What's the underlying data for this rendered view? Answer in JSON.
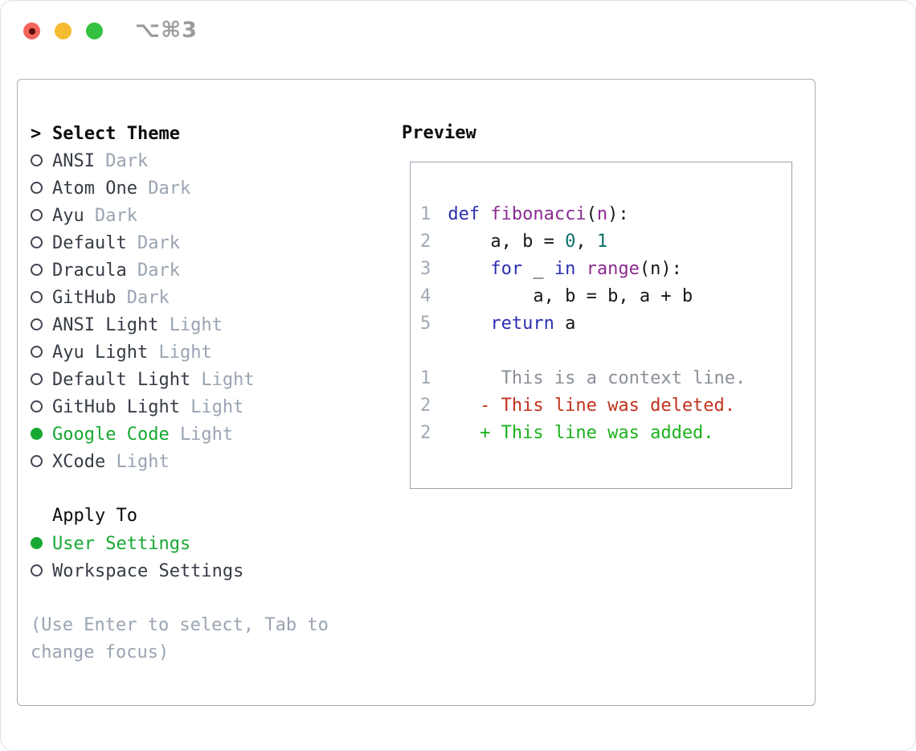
{
  "titlebar": {
    "title": "⌥⌘3"
  },
  "theme_panel": {
    "prompt": ">",
    "header": "Select Theme",
    "items": [
      {
        "name": "ANSI",
        "variant": "Dark",
        "selected": false
      },
      {
        "name": "Atom One",
        "variant": "Dark",
        "selected": false
      },
      {
        "name": "Ayu",
        "variant": "Dark",
        "selected": false
      },
      {
        "name": "Default",
        "variant": "Dark",
        "selected": false
      },
      {
        "name": "Dracula",
        "variant": "Dark",
        "selected": false
      },
      {
        "name": "GitHub",
        "variant": "Dark",
        "selected": false
      },
      {
        "name": "ANSI Light",
        "variant": "Light",
        "selected": false
      },
      {
        "name": "Ayu Light",
        "variant": "Light",
        "selected": false
      },
      {
        "name": "Default Light",
        "variant": "Light",
        "selected": false
      },
      {
        "name": "GitHub Light",
        "variant": "Light",
        "selected": false
      },
      {
        "name": "Google Code",
        "variant": "Light",
        "selected": true
      },
      {
        "name": "XCode",
        "variant": "Light",
        "selected": false
      }
    ]
  },
  "apply_to": {
    "header": "Apply To",
    "options": [
      {
        "label": "User Settings",
        "selected": true
      },
      {
        "label": "Workspace Settings",
        "selected": false
      }
    ]
  },
  "hint": "(Use Enter to select, Tab to change focus)",
  "preview": {
    "header": "Preview",
    "lines": [
      {
        "num": "1",
        "tokens": [
          {
            "t": "def",
            "c": "kw"
          },
          {
            "t": " ",
            "c": "pl"
          },
          {
            "t": "fibonacci",
            "c": "fn"
          },
          {
            "t": "(",
            "c": "pl"
          },
          {
            "t": "n",
            "c": "fn"
          },
          {
            "t": "):",
            "c": "pl"
          }
        ]
      },
      {
        "num": "2",
        "tokens": [
          {
            "t": "    a, b = ",
            "c": "pl"
          },
          {
            "t": "0",
            "c": "num"
          },
          {
            "t": ", ",
            "c": "pl"
          },
          {
            "t": "1",
            "c": "num"
          }
        ]
      },
      {
        "num": "3",
        "tokens": [
          {
            "t": "    ",
            "c": "pl"
          },
          {
            "t": "for",
            "c": "kw"
          },
          {
            "t": " _ ",
            "c": "pl"
          },
          {
            "t": "in",
            "c": "kw"
          },
          {
            "t": " ",
            "c": "pl"
          },
          {
            "t": "range",
            "c": "fn"
          },
          {
            "t": "(n):",
            "c": "pl"
          }
        ]
      },
      {
        "num": "4",
        "tokens": [
          {
            "t": "        a, b = b, a + b",
            "c": "pl"
          }
        ]
      },
      {
        "num": "5",
        "tokens": [
          {
            "t": "    ",
            "c": "pl"
          },
          {
            "t": "return",
            "c": "kw"
          },
          {
            "t": " a",
            "c": "pl"
          }
        ]
      },
      {
        "num": "",
        "tokens": []
      },
      {
        "num": "1",
        "tokens": [
          {
            "t": "     This is a context line.",
            "c": "ctx"
          }
        ]
      },
      {
        "num": "2",
        "tokens": [
          {
            "t": "   - This line was deleted.",
            "c": "del"
          }
        ]
      },
      {
        "num": "2",
        "tokens": [
          {
            "t": "   + This line was added.",
            "c": "add"
          }
        ]
      }
    ]
  },
  "colors": {
    "selection_green": "#17a832",
    "added_green": "#1bb11b",
    "deleted_red": "#c2331d",
    "keyword_blue": "#2b2fae",
    "function_purple": "#8a2b8f",
    "number_teal": "#0e6f68",
    "context_gray": "#8a9097",
    "muted_gray": "#9aa4b2",
    "line_number_gray": "#9fa8b5",
    "text_dark": "#363c45",
    "header_black": "#0c0c0c",
    "code_text": "#16181c",
    "panel_border": "#a7aeb9",
    "traffic_red": "#f4645c",
    "traffic_yellow": "#f5bb31",
    "traffic_green": "#33c13f",
    "title_gray": "#9b9b9b"
  }
}
